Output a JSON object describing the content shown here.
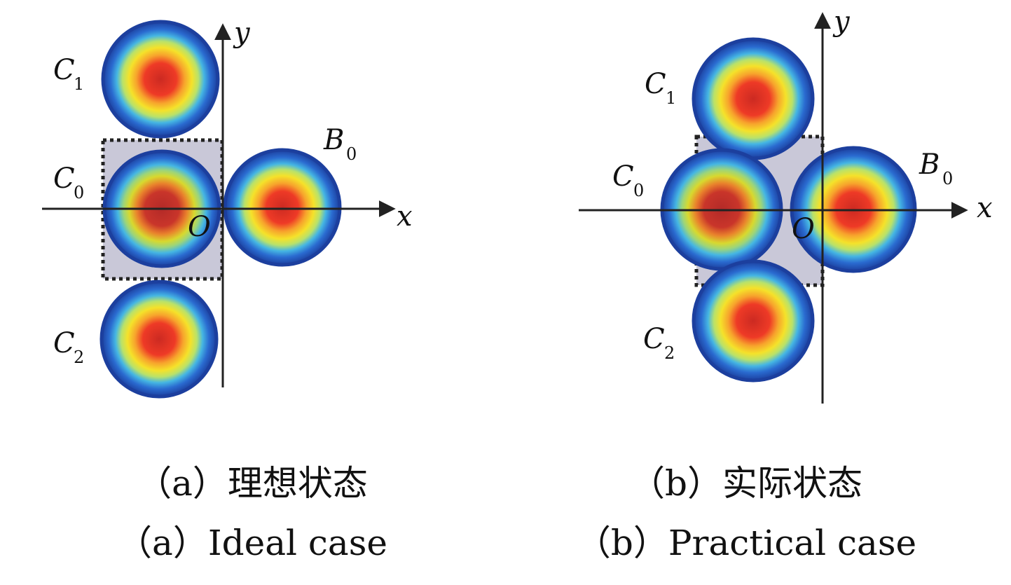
{
  "colors": {
    "ring_stops": [
      "#1c3f9e",
      "#2a6bd0",
      "#45b6e3",
      "#b9e26a",
      "#f5e22a",
      "#f7a32c",
      "#ee3a26"
    ],
    "overlap_fill": "#c9c8d8",
    "axis": "#222222"
  },
  "labels": {
    "axis_x": "x",
    "axis_y": "y",
    "origin": "O",
    "c1": "C",
    "c1_sub": "1",
    "c0": "C",
    "c0_sub": "0",
    "c2": "C",
    "c2_sub": "2",
    "b0": "B",
    "b0_sub": "0"
  },
  "captions": {
    "a_cn": "（a）理想状态",
    "a_en": "（a）Ideal case",
    "b_cn": "（b）实际状态",
    "b_en": "（b）Practical case"
  }
}
